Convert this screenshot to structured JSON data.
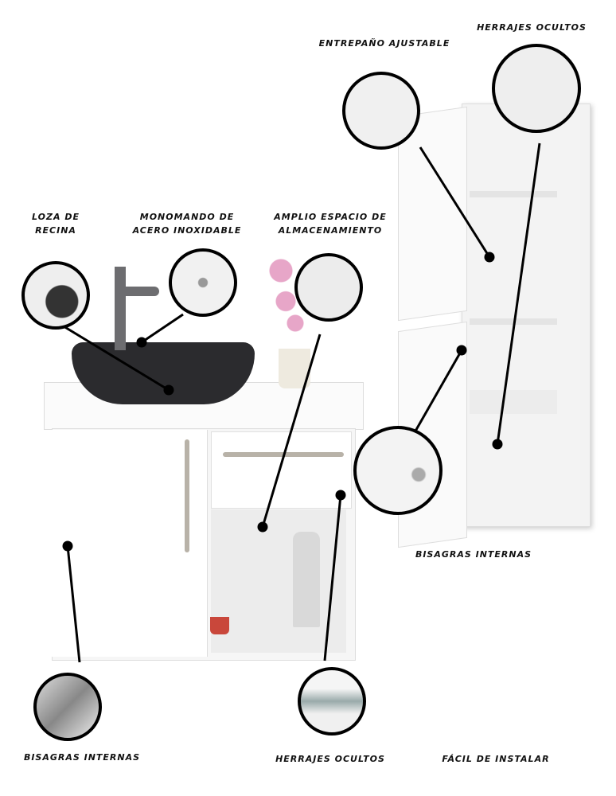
{
  "labels": {
    "herrajes_ocultos_top": "HERRAJES OCULTOS",
    "entrepano": "ENTREPAÑO AJUSTABLE",
    "loza": "LOZA DE\nRECINA",
    "monomando": "MONOMANDO DE\nACERO INOXIDABLE",
    "amplio": "AMPLIO ESPACIO DE\nALMACENAMIENTO",
    "bisagras_right": "BISAGRAS INTERNAS",
    "bisagras_left": "BISAGRAS INTERNAS",
    "herrajes_ocultos_bottom": "HERRAJES OCULTOS",
    "facil": "FÁCIL DE INSTALAR"
  },
  "colors": {
    "cabinet": "#ffffff",
    "sink": "#2b2b2e",
    "handle": "#b8b2a8",
    "orchid": "#e7a6c8"
  }
}
